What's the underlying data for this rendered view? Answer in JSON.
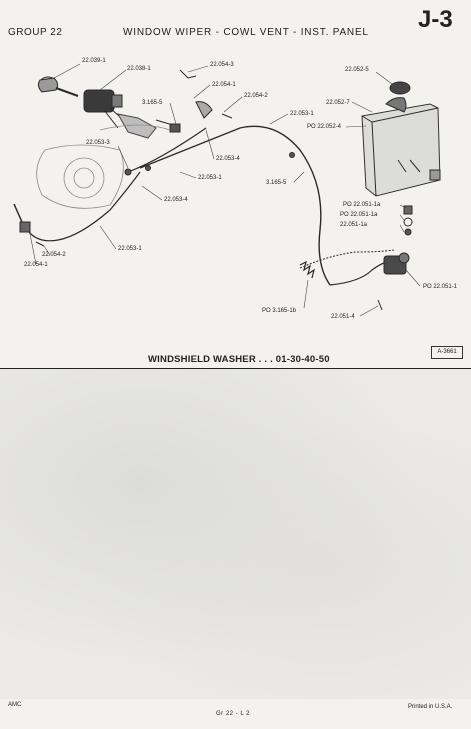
{
  "header": {
    "group": "GROUP 22",
    "title": "WINDOW WIPER - COWL VENT - INST. PANEL",
    "page_code": "J-3"
  },
  "callouts": {
    "c1": "22.039-1",
    "c2": "22.038-1",
    "c3": "22.054-3",
    "c4": "22.054-1",
    "c5": "22.054-2",
    "c6": "3.165-5",
    "c7": "22.053-1",
    "c8": "22.052-5",
    "c9": "22.052-7",
    "c10": "PO 22.052-4",
    "c11": "22.053-3",
    "c12": "22.053-4",
    "c13": "22.053-1",
    "c14": "22.053-4",
    "c15": "3.165-5",
    "c16": "PO 22.051-1a",
    "c17": "PO 22.051-1a",
    "c18": "22.051-1a",
    "c19": "22.054-2",
    "c20": "22.054-1",
    "c21": "22.053-1",
    "c22": "PO 22.051-1",
    "c23": "PO 3.165-1b",
    "c24": "22.051-4"
  },
  "caption": "WINDSHIELD WASHER . . . 01-30-40-50",
  "ref_code": "A-3661",
  "footer": {
    "left": "AMC",
    "center": "Gr 22 - L 2",
    "right": "Printed in U.S.A."
  }
}
